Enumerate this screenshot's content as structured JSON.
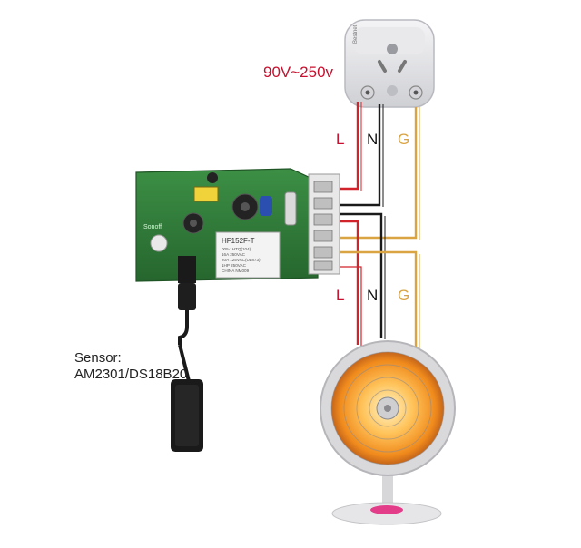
{
  "voltage_label": "90V~250v",
  "wire_labels_top": {
    "l": "L",
    "n": "N",
    "g": "G"
  },
  "wire_labels_bottom": {
    "l": "L",
    "n": "N",
    "g": "G"
  },
  "sensor_label": {
    "line1": "Sensor:",
    "line2": "AM2301/DS18B20"
  },
  "board_print": {
    "brand": "Sonoff",
    "relay_model": "HF152F-T",
    "relay_lines": [
      "005-1HTQ(104)",
      "16A 250VAC",
      "20A 125VAC(UL873)",
      "1HP 250VAC",
      "CHINA NM009"
    ]
  },
  "colors": {
    "live": "#d2232a",
    "neutral": "#1a1a1a",
    "ground": "#d9a441",
    "label_red": "#c8102e",
    "board": "#2f7d3a",
    "heater_glow": "#f08a1c"
  },
  "icons": [
    "wall-plug-icon",
    "sonoff-th-board-icon",
    "temperature-sensor-icon",
    "space-heater-icon"
  ]
}
